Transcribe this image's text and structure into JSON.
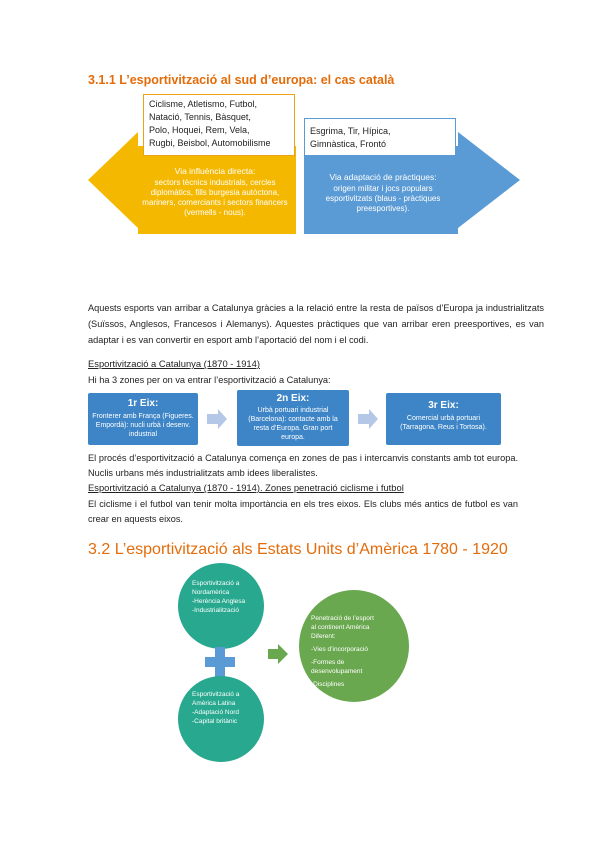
{
  "section1": {
    "title": "3.1.1 L’esportivització al sud d’europa: el cas català",
    "left_list": [
      "Ciclisme, Atletismo, Futbol,",
      "Natació, Tennis, Bàsquet,",
      "Polo, Hoquei, Rem, Vela,",
      "Rugbi, Beisbol, Automobilisme"
    ],
    "right_list": [
      "Esgrima, Tir, Hípica,",
      "Gimnàstica, Frontó"
    ],
    "left_arrow_title": "Via influència directa:",
    "left_arrow_text": "sectors tècnics industrials, cercles diplomàtics, fills burgesia autòctona, mariners, comerciants i sectors financers (vermells - nous).",
    "right_arrow_title": "Via adaptació de pràctiques:",
    "right_arrow_text": "origen militar i jocs populars esportivitzats (blaus - pràctiques preesportives).",
    "paragraph": "Aquests esports van arribar a Catalunya gràcies a la relació entre la resta de països d’Europa ja industrialitzats (Suïssos, Anglesos, Francesos i Alemanys). Aquestes pràctiques que van arribar eren preesportives, es van adaptar i es van convertir en esport amb l’aportació del nom i el codi.",
    "sub1": "Esportivització a Catalunya (1870 - 1914)",
    "sub1_line": "Hi ha 3 zones per on va entrar l’esportivització a Catalunya:",
    "zones": [
      {
        "title": "1r Eix:",
        "desc": "Fronterer amb França (Figueres. Empordà): nucli urbà i desenv. industrial"
      },
      {
        "title": "2n Eix:",
        "desc": "Urbà portuari industrial (Barcelona): contacte amb la resta d’Europa. Gran port europa."
      },
      {
        "title": "3r Eix:",
        "desc": "Comercial urbà portuari (Tarragona, Reus i Tortosa)."
      }
    ],
    "process_text": "El procés d’esportivització a Catalunya comença en zones de pas i intercanvis constants amb tot europa. Nuclis urbans més industrialitzats amb idees liberalistes.",
    "sub2": "Esportivització a Catalunya (1870 - 1914). Zones penetració ciclisme i futbol",
    "cycling_text": "El ciclisme i el futbol van tenir molta importància en els tres eixos. Els clubs més antics de futbol es van crear en aquests eixos."
  },
  "section2": {
    "title": "3.2 L’esportivització als Estats Units d’Amèrica 1780 - 1920",
    "circle1": [
      "Esportivització a",
      "Nordamèrica",
      "-Herència Anglesa",
      "-Industrialització"
    ],
    "circle2": [
      "Esportivització a",
      "Amèrica Latina",
      "-Adaptació Nord",
      "-Capital britànic"
    ],
    "circle3": [
      "Penetració de l’esport",
      "al continent Amèrica",
      "Diferent:",
      "",
      "-Vies d’incorporació",
      "",
      "-Formes de",
      "desenvolupament",
      "",
      "-Disciplines"
    ]
  },
  "colors": {
    "orange": "#f5b800",
    "blue": "#5b9bd5",
    "heading": "#e36c0a",
    "green": "#6aa84f",
    "teal": "#27a88f"
  }
}
